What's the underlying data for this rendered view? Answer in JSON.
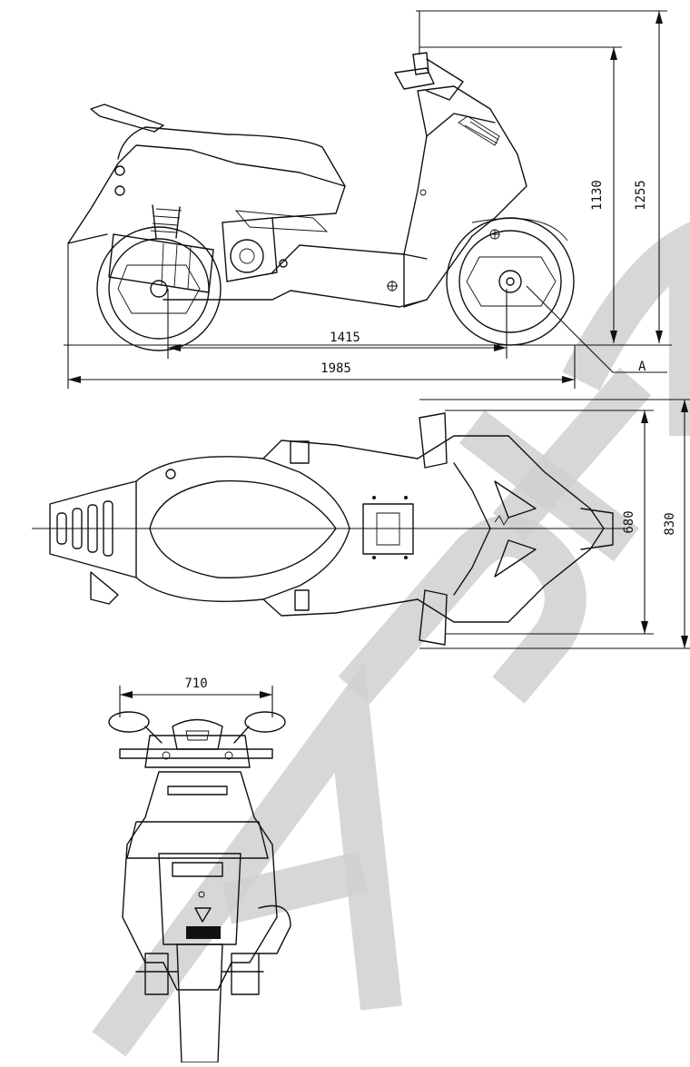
{
  "dimensions": {
    "height_seat": "1130",
    "height_total": "1255",
    "wheelbase": "1415",
    "length_total": "1985",
    "width_body": "680",
    "width_total": "830",
    "width_mirrors": "710"
  },
  "labels": {
    "point_a": "A"
  },
  "watermark": {
    "text": "AUTO",
    "color": "#d0d0d0"
  }
}
